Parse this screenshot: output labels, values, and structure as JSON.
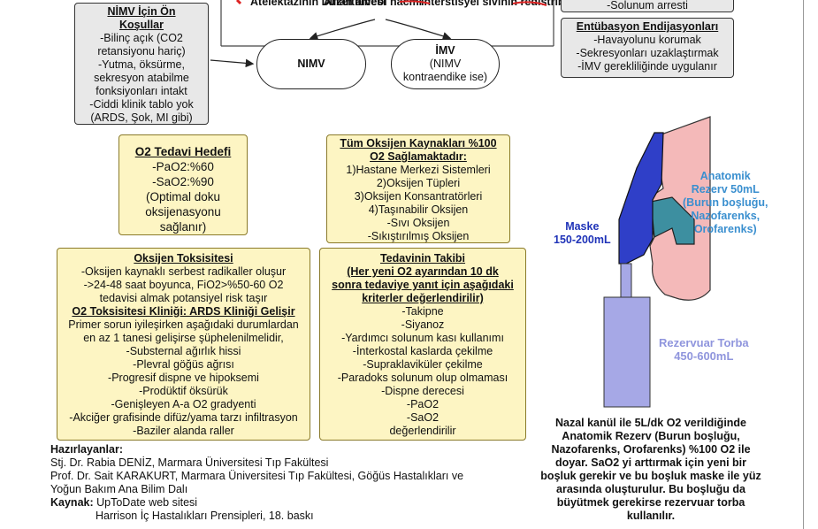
{
  "top": {
    "partial_labels": [
      "Atelektazinin Düzeltilmesi",
      "Artan alveol hacmi",
      "İnterstisyel sıvının redistribüsyonu"
    ],
    "solunum_arresti": "-Solunum arresti"
  },
  "nimv_box": {
    "title": "NİMV İçin Ön Koşullar",
    "lines": [
      "-Bilinç açık (CO2",
      "retansiyonu hariç)",
      "-Yutma, öksürme,",
      "sekresyon atabilme",
      "fonksiyonları intakt",
      "-Ciddi klinik tablo yok",
      "(ARDS, Şok, MI gibi)"
    ]
  },
  "flow": {
    "nimv_label": "NIMV",
    "imv_lines": [
      "İMV",
      "(NIMV",
      "kontraendike ise)"
    ]
  },
  "intubation_box": {
    "title": "Entübasyon Endijasyonları",
    "lines": [
      "-Havayolunu korumak",
      "-Sekresyonları uzaklaştırmak",
      "-İMV gerekliliğinde uygulanır"
    ]
  },
  "o2_goal": {
    "title": "O2 Tedavi Hedefi",
    "lines": [
      "-PaO2:%60",
      "-SaO2:%90",
      "(Optimal doku",
      "oksijenasyonu",
      "sağlanır)"
    ]
  },
  "o2_sources": {
    "title_lines": [
      "Tüm Oksijen Kaynakları %100",
      "O2 Sağlamaktadır:"
    ],
    "lines": [
      "1)Hastane Merkezi Sistemleri",
      "2)Oksijen Tüpleri",
      "3)Oksijen Konsantratörleri",
      "4)Taşınabilir Oksijen",
      "-Sıvı Oksijen",
      "-Sıkıştırılmış Oksijen"
    ]
  },
  "toxicity": {
    "title": "Oksijen Toksisitesi",
    "lines": [
      "-Oksijen kaynaklı serbest radikaller oluşur",
      "->24-48 saat boyunca, FiO2>%50-60 O2",
      "tedavisi almak potansiyel risk taşır"
    ],
    "subtitle": "O2 Toksisitesi Kliniği: ARDS Kliniği Gelişir",
    "lines2": [
      "Primer sorun iyileşirken aşağıdaki durumlardan",
      "en az 1 tanesi gelişirse şüphelenilmelidir,",
      "-Substernal ağırlık hissi",
      "-Plevral göğüs ağrısı",
      "-Progresif dispne ve hipoksemi",
      "-Prodüktif öksürük",
      "-Genişleyen A-a O2 gradyenti",
      "-Akciğer grafisinde difüz/yama tarzı infiltrasyon",
      "-Baziler alanda raller"
    ]
  },
  "followup": {
    "title": "Tedavinin Takibi",
    "title_lines": [
      "(Her yeni O2 ayarından 10 dk",
      "sonra tedaviye yanıt için aşağıdaki",
      "kriterler değerlendirilir)"
    ],
    "lines": [
      "-Takipne",
      "-Siyanoz",
      "-Yardımcı solunum kası kullanımı",
      "-İnterkostal kaslarda çekilme",
      "-Supraklaviküler çekilme",
      "-Paradoks solunum olup olmaması",
      "-Dispne derecesi",
      "-PaO2",
      "-SaO2",
      "değerlendirilir"
    ]
  },
  "diagram": {
    "mask_label": [
      "Maske",
      "150-200mL"
    ],
    "reserve_label": [
      "Anatomik",
      "Rezerv 50mL",
      "(Burun boşluğu,",
      "Nazofarenks,",
      "Orofarenks)"
    ],
    "bag_label": [
      "Rezervuar Torba",
      "450-600mL"
    ],
    "colors": {
      "mask": "#2f3fc8",
      "reserve": "#3d8fa0",
      "bag": "#a6a8e6",
      "face": "#f4b9b9",
      "label_blue": "#1f33b8",
      "label_teal": "#3a8fcf",
      "label_bag": "#8f95dd"
    }
  },
  "note": {
    "lines": [
      "Nazal kanül ile 5L/dk O2 verildiğinde",
      "Anatomik Rezerv (Burun boşluğu,",
      "Nazofarenks, Orofarenks) %100 O2 ile",
      "doyar. SaO2 yi arttırmak için yeni bir",
      "boşluk gerekir ve bu boşluk maske ile yüz",
      "arasında oluşturulur. Bu boşluğu da",
      "büyütmek gerekirse rezervuar torba",
      "kullanılır."
    ]
  },
  "footer": {
    "prepared_label": "Hazırlayanlar:",
    "authors": [
      "Stj. Dr. Rabia DENİZ, Marmara Üniversitesi Tıp Fakültesi",
      "Prof. Dr. Sait KARAKURT, Marmara Üniversitesi Tıp Fakültesi, Göğüs Hastalıkları ve",
      "Yoğun Bakım Ana Bilim Dalı"
    ],
    "source_label": "Kaynak:",
    "source1": "UpToDate web sitesi",
    "source2": "Harrison İç Hastalıkları Prensipleri, 18. baskı"
  }
}
